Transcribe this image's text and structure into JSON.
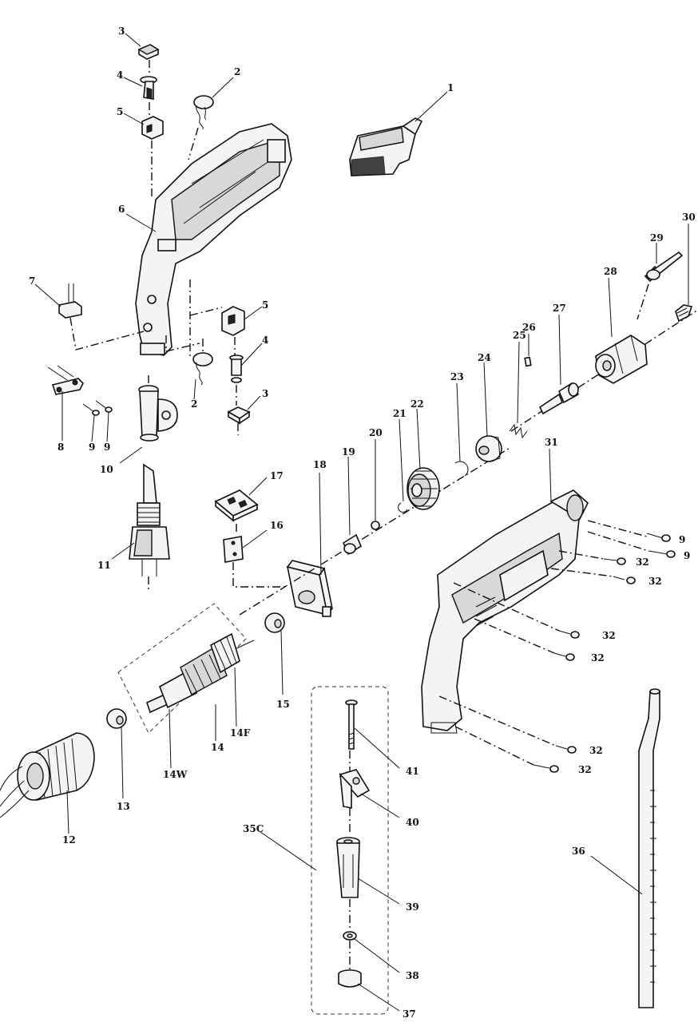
{
  "labels": {
    "p1": "1",
    "p2a": "2",
    "p2b": "2",
    "p3a": "3",
    "p3b": "3",
    "p4a": "4",
    "p4b": "4",
    "p5a": "5",
    "p5b": "5",
    "p6": "6",
    "p7": "7",
    "p8": "8",
    "p9a": "9",
    "p9b": "9",
    "p9c": "9",
    "p9d": "9",
    "p10": "10",
    "p11": "11",
    "p12": "12",
    "p13": "13",
    "p14": "14",
    "p14F": "14F",
    "p14W": "14W",
    "p15": "15",
    "p16": "16",
    "p17": "17",
    "p18": "18",
    "p19": "19",
    "p20": "20",
    "p21": "21",
    "p22": "22",
    "p23": "23",
    "p24": "24",
    "p25": "25",
    "p26": "26",
    "p27": "27",
    "p28": "28",
    "p29": "29",
    "p30": "30",
    "p31": "31",
    "p32a": "32",
    "p32b": "32",
    "p32c": "32",
    "p32d": "32",
    "p32e": "32",
    "p32f": "32",
    "p35C": "35C",
    "p36": "36",
    "p37": "37",
    "p38": "38",
    "p39": "39",
    "p40": "40",
    "p41": "41"
  }
}
